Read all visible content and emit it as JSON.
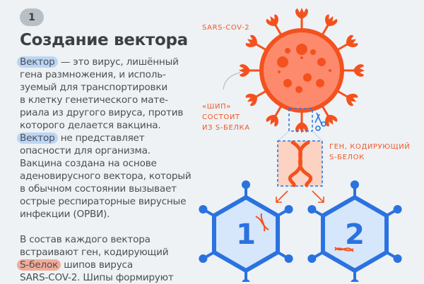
{
  "step_number": "1",
  "title": "Создание вектора",
  "paragraph1": {
    "hl1": "Вектор",
    "l1": " — это вирус, лишённый",
    "l2": "гена размножения, и исполь-",
    "l3": "зуемый для транспортировки",
    "l4": "в клетку генетического мате-",
    "l5": "риала из другого вируса, против",
    "l6": "которого делается вакцина.",
    "hl2": "Вектор",
    "l7": " не представляет",
    "l8": "опасности для организма.",
    "l9": "Вакцина создана на основе",
    "l10": "аденовирусного вектора, который",
    "l11": "в обычном состоянии вызывает",
    "l12": "острые респираторные вирусные",
    "l13": "инфекции (ОРВИ)."
  },
  "paragraph2": {
    "l1": "В состав каждого вектора",
    "l2": "встраивают ген, кодирующий",
    "hl": "S-белок",
    "l3": " шипов вируса",
    "l4": "SARS-COV-2. Шипы формируют"
  },
  "diagram": {
    "virus_label": "SARS-COV-2",
    "spike_label": [
      "«ШИП»",
      "СОСТОИТ",
      "ИЗ S-БЕЛКА"
    ],
    "gene_label": [
      "ГЕН, КОДИРУЮЩИЙ",
      "S-БЕЛОК"
    ],
    "vector_1": "1",
    "vector_2": "2",
    "colors": {
      "virus": "#f4511e",
      "virus_fill": "#fd8a6c",
      "vector": "#2a72e0",
      "vector_fill": "#d6e6fb",
      "gene_box": "#fcd2c3"
    }
  }
}
